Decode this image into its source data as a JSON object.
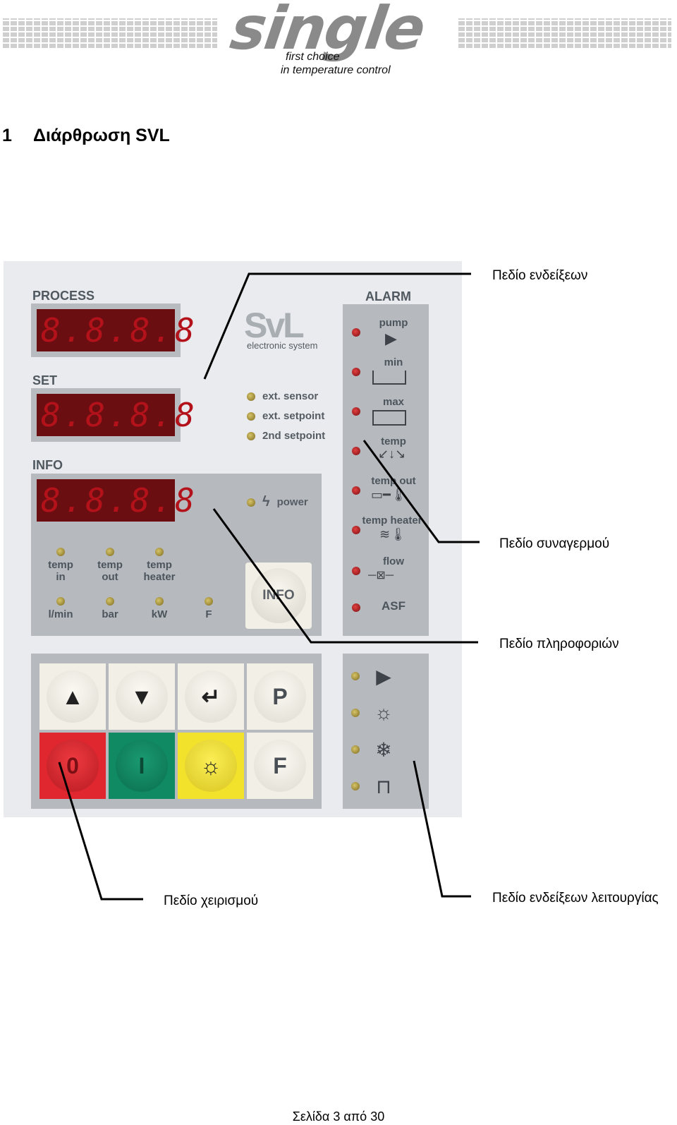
{
  "header": {
    "logo_word": "single",
    "tagline_1": "first choice",
    "tagline_2": "in temperature control"
  },
  "section": {
    "number": "1",
    "title": "Διάρθρωση SVL"
  },
  "panel": {
    "process_label": "PROCESS",
    "set_label": "SET",
    "info_label": "INFO",
    "display_digits": "8.8.8.8",
    "brand_logo": "SvL",
    "brand_sub": "electronic system",
    "indicators": [
      "ext. sensor",
      "ext. setpoint",
      "2nd setpoint"
    ],
    "power_label": "power",
    "info_units_top": [
      {
        "l1": "temp",
        "l2": "in"
      },
      {
        "l1": "temp",
        "l2": "out"
      },
      {
        "l1": "temp",
        "l2": "heater"
      }
    ],
    "info_units_bottom": [
      "l/min",
      "bar",
      "kW",
      "F"
    ],
    "info_button": "INFO",
    "alarm_label": "ALARM",
    "alarms": [
      "pump",
      "min",
      "max",
      "temp",
      "temp out",
      "temp heater",
      "flow",
      "ASF"
    ],
    "keys_top": [
      "▲",
      "▼",
      "↵",
      "P"
    ],
    "keys_bottom": [
      "0",
      "I",
      "☼",
      "F"
    ],
    "mode_icons": [
      "pump-icon",
      "heating-icon",
      "cooling-icon",
      "valve-icon"
    ]
  },
  "callouts": {
    "display_field": "Πεδίο ενδείξεων",
    "alarm_field": "Πεδίο συναγερμού",
    "info_field": "Πεδίο πληροφοριών",
    "control_field": "Πεδίο χειρισμού",
    "status_field": "Πεδίο ενδείξεων λειτουργίας"
  },
  "footer": {
    "page_text": "Σελίδα 3 από 30"
  }
}
